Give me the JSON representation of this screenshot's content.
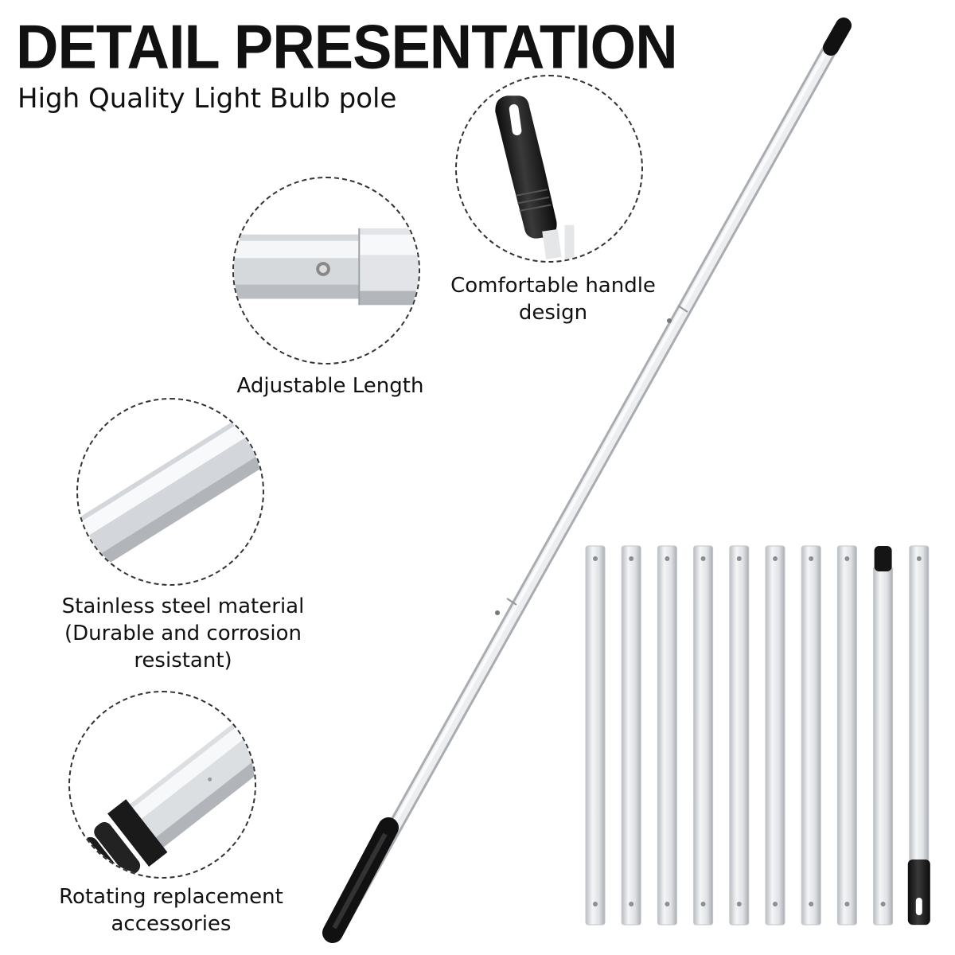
{
  "header": {
    "title": "DETAIL PRESENTATION",
    "subtitle": "High Quality Light Bulb pole"
  },
  "features": [
    {
      "icon": "pole-handle-icon",
      "label_lines": [
        "Comfortable handle",
        "design"
      ]
    },
    {
      "icon": "pole-joint-icon",
      "label_lines": [
        "Adjustable Length"
      ]
    },
    {
      "icon": "pole-tube-icon",
      "label_lines": [
        "Stainless steel material",
        "(Durable and corrosion",
        "resistant)"
      ]
    },
    {
      "icon": "pole-thread-icon",
      "label_lines": [
        "Rotating replacement",
        "accessories"
      ]
    }
  ],
  "colors": {
    "pole_silver": "#e4e6e8",
    "grip_black": "#1a1a1a",
    "border_dash": "#333333"
  },
  "segments_count": 10
}
